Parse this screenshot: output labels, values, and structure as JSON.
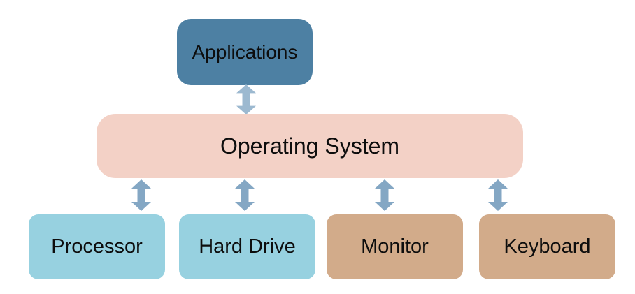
{
  "diagram": {
    "description": "Operating system architecture diagram",
    "colors": {
      "background": "#ffffff",
      "text": "#0d0d0d",
      "applications_fill": "#4d80a3",
      "operating_system_fill": "#f3d1c6",
      "storage_fill": "#97d1e0",
      "peripheral_fill": "#d2ab8a",
      "connector_top": "#9cb9d0",
      "connector_bottom": "#84a7c4"
    },
    "nodes": {
      "applications": {
        "label": "Applications"
      },
      "operating_system": {
        "label": "Operating System"
      },
      "processor": {
        "label": "Processor"
      },
      "hard_drive": {
        "label": "Hard Drive"
      },
      "monitor": {
        "label": "Monitor"
      },
      "keyboard": {
        "label": "Keyboard"
      }
    },
    "connectors": [
      {
        "from": "Applications",
        "to": "Operating System",
        "type": "double-arrow"
      },
      {
        "from": "Operating System",
        "to": "Processor",
        "type": "double-arrow"
      },
      {
        "from": "Operating System",
        "to": "Hard Drive",
        "type": "double-arrow"
      },
      {
        "from": "Operating System",
        "to": "Monitor",
        "type": "double-arrow"
      },
      {
        "from": "Operating System",
        "to": "Keyboard",
        "type": "double-arrow"
      }
    ]
  }
}
